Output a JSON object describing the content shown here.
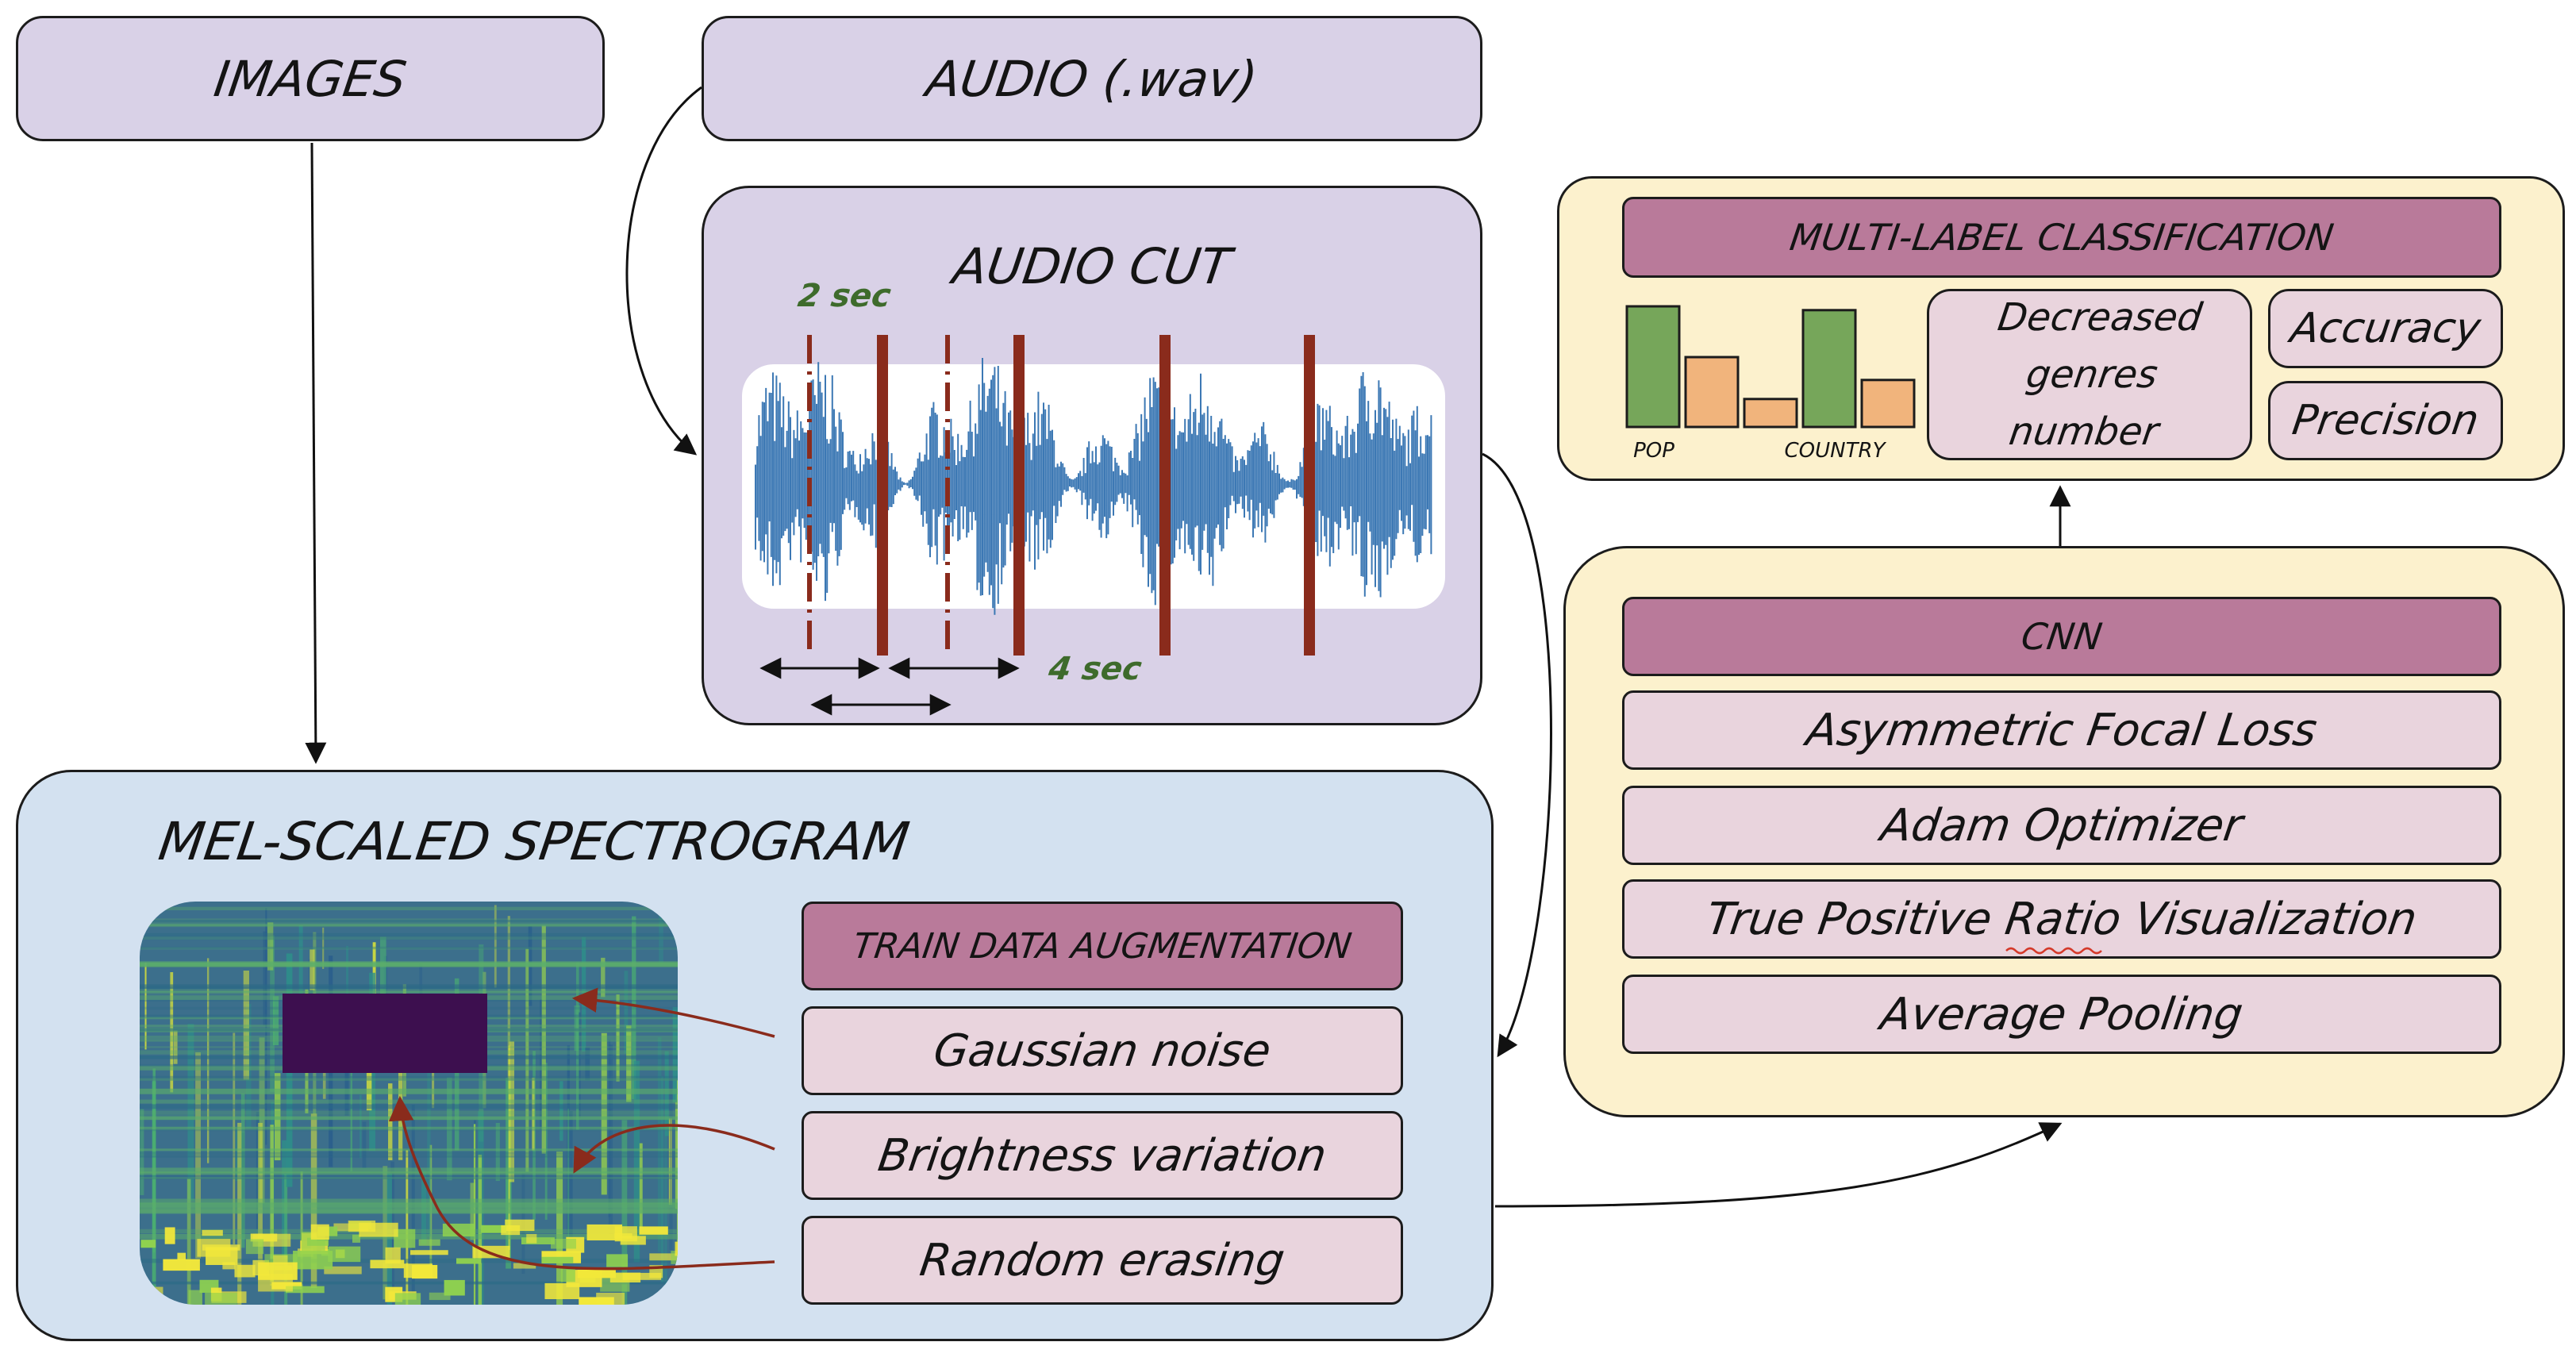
{
  "nodes": {
    "images": "IMAGES",
    "audio": "AUDIO (.wav)",
    "audio_cut": "AUDIO CUT",
    "spectrogram": "MEL-SCALED SPECTROGRAM",
    "multilabel": "MULTI-LABEL CLASSIFICATION",
    "decreased": "Decreased genres number",
    "accuracy": "Accuracy",
    "precision": "Precision",
    "cnn": "CNN",
    "afl": "Asymmetric Focal Loss",
    "adam": "Adam Optimizer",
    "tpr": "True Positive Ratio Visualization",
    "pooling": "Average Pooling",
    "train_aug": "TRAIN DATA AUGMENTATION",
    "gaussian": "Gaussian noise",
    "brightness": "Brightness variation",
    "erasing": "Random erasing"
  },
  "audio_cut_labels": {
    "two_sec": "2 sec",
    "four_sec": "4 sec"
  },
  "genre_chart": {
    "type": "bar",
    "labels": [
      "POP",
      "COUNTRY"
    ],
    "values": [
      0.95,
      0.55,
      0.22,
      0.92,
      0.37
    ],
    "colors": [
      "#76a65a",
      "#f1b47c",
      "#f1b47c",
      "#76a65a",
      "#f1b47c"
    ]
  },
  "colors": {
    "cut_line": "#8a2b1c",
    "waveform": "#3c78b4",
    "label_green": "#3e6b2c",
    "arrow_red": "#8a2b1c"
  }
}
